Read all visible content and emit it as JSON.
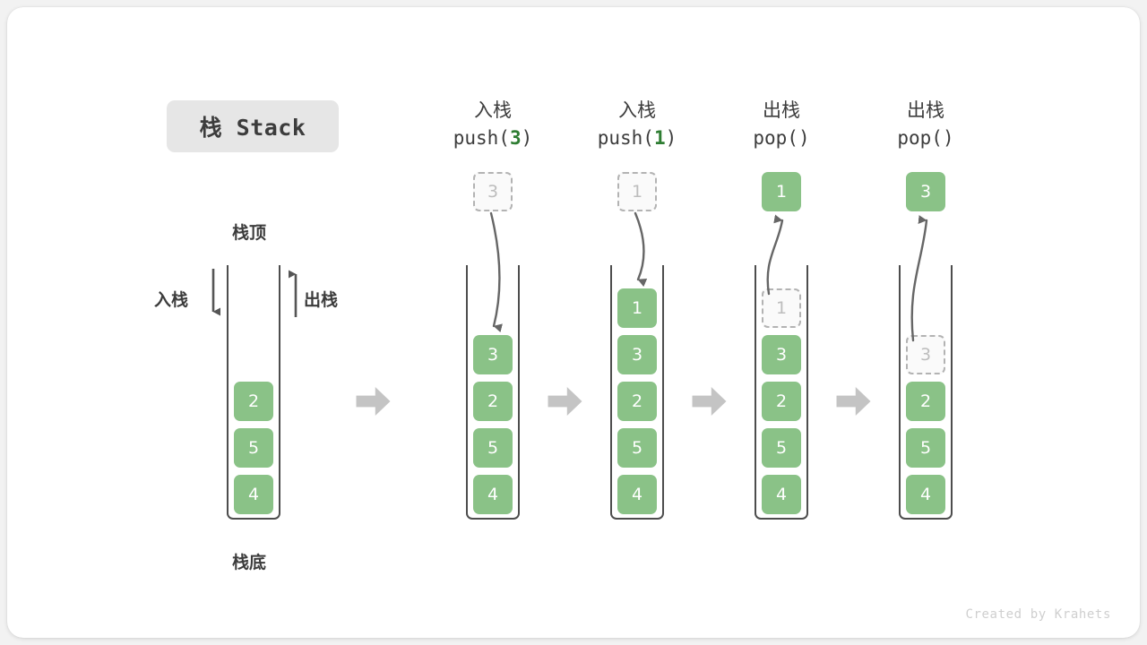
{
  "title": {
    "badge": "栈 Stack"
  },
  "colors": {
    "green": "#8ac287",
    "green_text": "#2e7d32",
    "dark": "#3c3c3c",
    "outline": "#4d4d4d",
    "ghost_border": "#b3b3b3",
    "ghost_fill": "#fafafa",
    "ghost_text": "#bdbdbd",
    "arrow_gray": "#c4c4c4",
    "curve_arrow": "#666666",
    "badge_bg": "#e6e6e6",
    "footer": "#cfcfcf"
  },
  "labels": {
    "top": "栈顶",
    "bottom": "栈底",
    "push_side": "入栈",
    "pop_side": "出栈"
  },
  "footer": "Created by Krahets",
  "columns": [
    {
      "id": "initial",
      "heading_cn": "",
      "heading_code_prefix": "",
      "heading_code_arg": "",
      "heading_code_suffix": "",
      "stack": [
        {
          "value": "2",
          "state": "filled"
        },
        {
          "value": "5",
          "state": "filled"
        },
        {
          "value": "4",
          "state": "filled"
        }
      ],
      "external": null
    },
    {
      "id": "push-3",
      "heading_cn": "入栈",
      "heading_code_prefix": "push(",
      "heading_code_arg": "3",
      "heading_code_suffix": ")",
      "stack": [
        {
          "value": "3",
          "state": "filled"
        },
        {
          "value": "2",
          "state": "filled"
        },
        {
          "value": "5",
          "state": "filled"
        },
        {
          "value": "4",
          "state": "filled"
        }
      ],
      "external": {
        "value": "3",
        "state": "ghost",
        "direction": "in"
      }
    },
    {
      "id": "push-1",
      "heading_cn": "入栈",
      "heading_code_prefix": "push(",
      "heading_code_arg": "1",
      "heading_code_suffix": ")",
      "stack": [
        {
          "value": "1",
          "state": "filled"
        },
        {
          "value": "3",
          "state": "filled"
        },
        {
          "value": "2",
          "state": "filled"
        },
        {
          "value": "5",
          "state": "filled"
        },
        {
          "value": "4",
          "state": "filled"
        }
      ],
      "external": {
        "value": "1",
        "state": "ghost",
        "direction": "in"
      }
    },
    {
      "id": "pop-1",
      "heading_cn": "出栈",
      "heading_code_prefix": "pop(",
      "heading_code_arg": "",
      "heading_code_suffix": ")",
      "stack": [
        {
          "value": "1",
          "state": "ghost"
        },
        {
          "value": "3",
          "state": "filled"
        },
        {
          "value": "2",
          "state": "filled"
        },
        {
          "value": "5",
          "state": "filled"
        },
        {
          "value": "4",
          "state": "filled"
        }
      ],
      "external": {
        "value": "1",
        "state": "filled",
        "direction": "out"
      }
    },
    {
      "id": "pop-2",
      "heading_cn": "出栈",
      "heading_code_prefix": "pop(",
      "heading_code_arg": "",
      "heading_code_suffix": ")",
      "stack": [
        {
          "value": "3",
          "state": "ghost"
        },
        {
          "value": "2",
          "state": "filled"
        },
        {
          "value": "5",
          "state": "filled"
        },
        {
          "value": "4",
          "state": "filled"
        }
      ],
      "external": {
        "value": "3",
        "state": "filled",
        "direction": "out"
      }
    }
  ]
}
